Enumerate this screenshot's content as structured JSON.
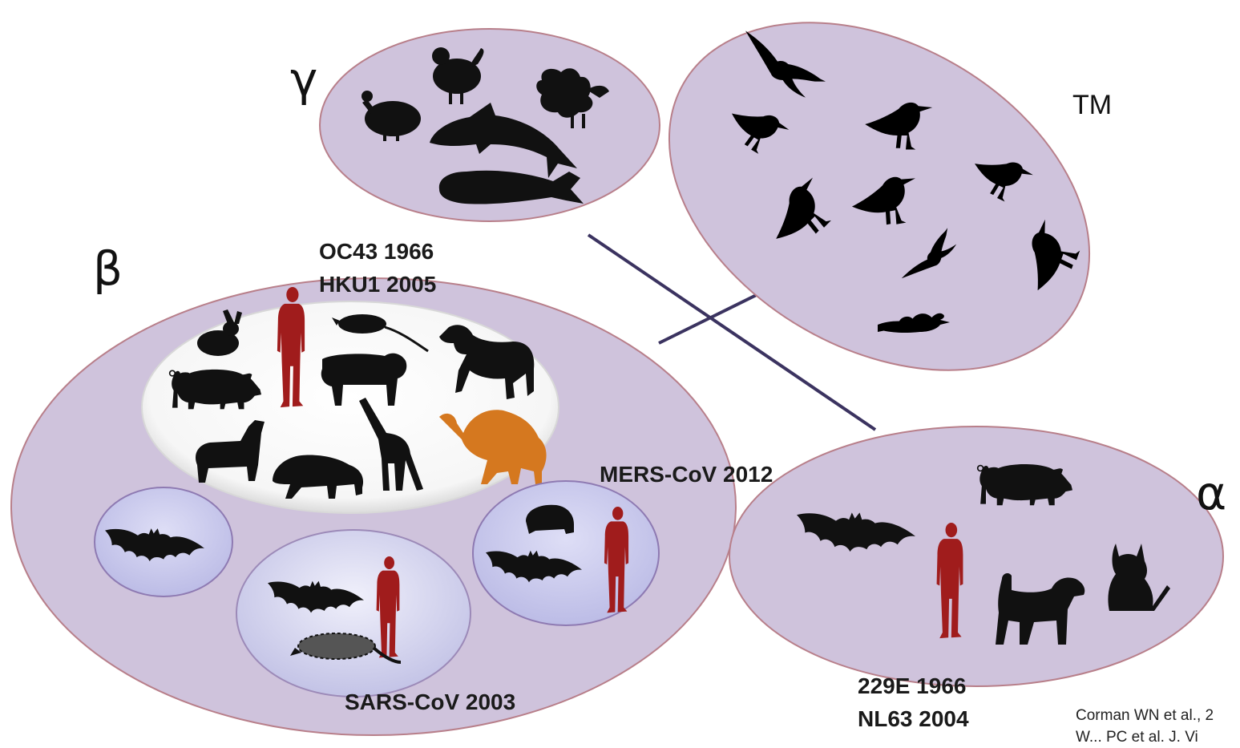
{
  "labels": {
    "gamma": "γ",
    "beta": "β",
    "alpha": "α",
    "tm": "TM",
    "beta_human_1": "OC43 1966",
    "beta_human_2": "HKU1 2005",
    "mers": "MERS-CoV 2012",
    "sars": "SARS-CoV 2003",
    "alpha_human_1": "229E 1966",
    "alpha_human_2": "NL63 2004",
    "citation_1": "Corman WN et al., 2",
    "citation_2": "W... PC et al. J. Vi"
  },
  "colors": {
    "ellipse_fill": "#cfc3dc",
    "ellipse_stroke": "#b87f8a",
    "inner_blue": "#c9c9ec",
    "silhouette": "#111111",
    "human": "#a01c1c",
    "camel": "#d5781f",
    "line": "#3b3360"
  },
  "icons": {
    "gamma_group": [
      "guineafowl-icon",
      "chicken-icon",
      "turkey-icon",
      "dolphin-icon",
      "beluga-whale-icon"
    ],
    "tm_group": [
      "seagull-flying-icon",
      "goose-icon",
      "gull-icon",
      "shorebird-icon",
      "duck-icon",
      "crow-icon",
      "sandpiper-icon",
      "hawk-flying-icon",
      "cardinal-icon",
      "swimming-duck-icon"
    ],
    "beta_white_group": [
      "rabbit-icon",
      "human-icon",
      "rat-icon",
      "horse-icon",
      "pig-icon",
      "cow-icon",
      "llama-icon",
      "bison-icon",
      "giraffe-icon",
      "camel-icon"
    ],
    "beta_bat_group": [
      "bat-icon"
    ],
    "sars_group": [
      "bat-icon",
      "human-icon",
      "civet-icon"
    ],
    "mers_group": [
      "hedgehog-icon",
      "bat-icon",
      "human-icon"
    ],
    "alpha_group": [
      "bat-icon",
      "pig-icon",
      "human-icon",
      "dog-icon",
      "cat-icon"
    ]
  }
}
